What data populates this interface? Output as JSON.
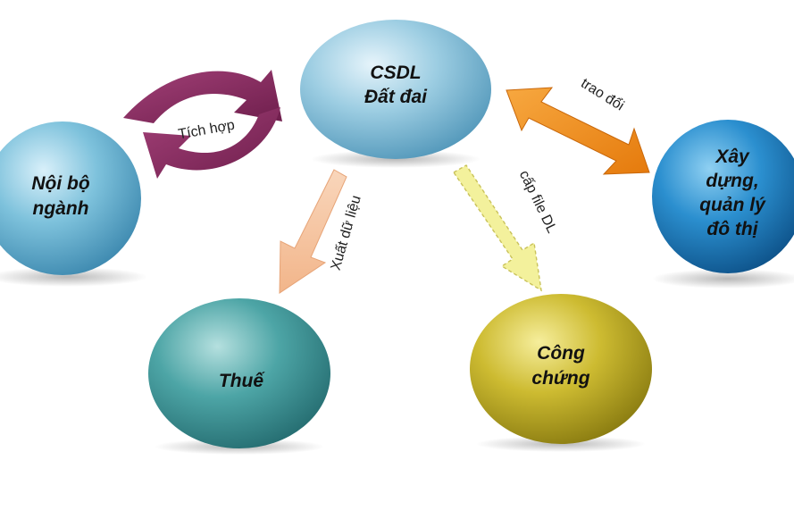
{
  "nodes": {
    "csdl": {
      "line1": "CSDL",
      "line2": "Đất đai"
    },
    "noibo": {
      "line1": "Nội bộ",
      "line2": "ngành"
    },
    "xaydung": {
      "line1": "Xây",
      "line2": "dựng,",
      "line3": "quản lý",
      "line4": "đô thị"
    },
    "thue": {
      "line1": "Thuế"
    },
    "congchung": {
      "line1": "Công",
      "line2": "chứng"
    }
  },
  "edges": {
    "tichhop": "Tích hợp",
    "traodoi": "trao đổi",
    "xuatdulieu": "Xuất dữ liệu",
    "capfile": "cấp file DL"
  },
  "colors": {
    "csdl": "#8fc4dc",
    "noibo": "#76bcd6",
    "xaydung": "#1a7fbf",
    "thue": "#3e9a9a",
    "congchung": "#c8b62a",
    "tichhop_arrow": "#8a2c63",
    "traodoi_arrow": "#f08a18",
    "xuat_arrow": "#f6c6a2",
    "capfile_arrow": "#f2f09a"
  }
}
